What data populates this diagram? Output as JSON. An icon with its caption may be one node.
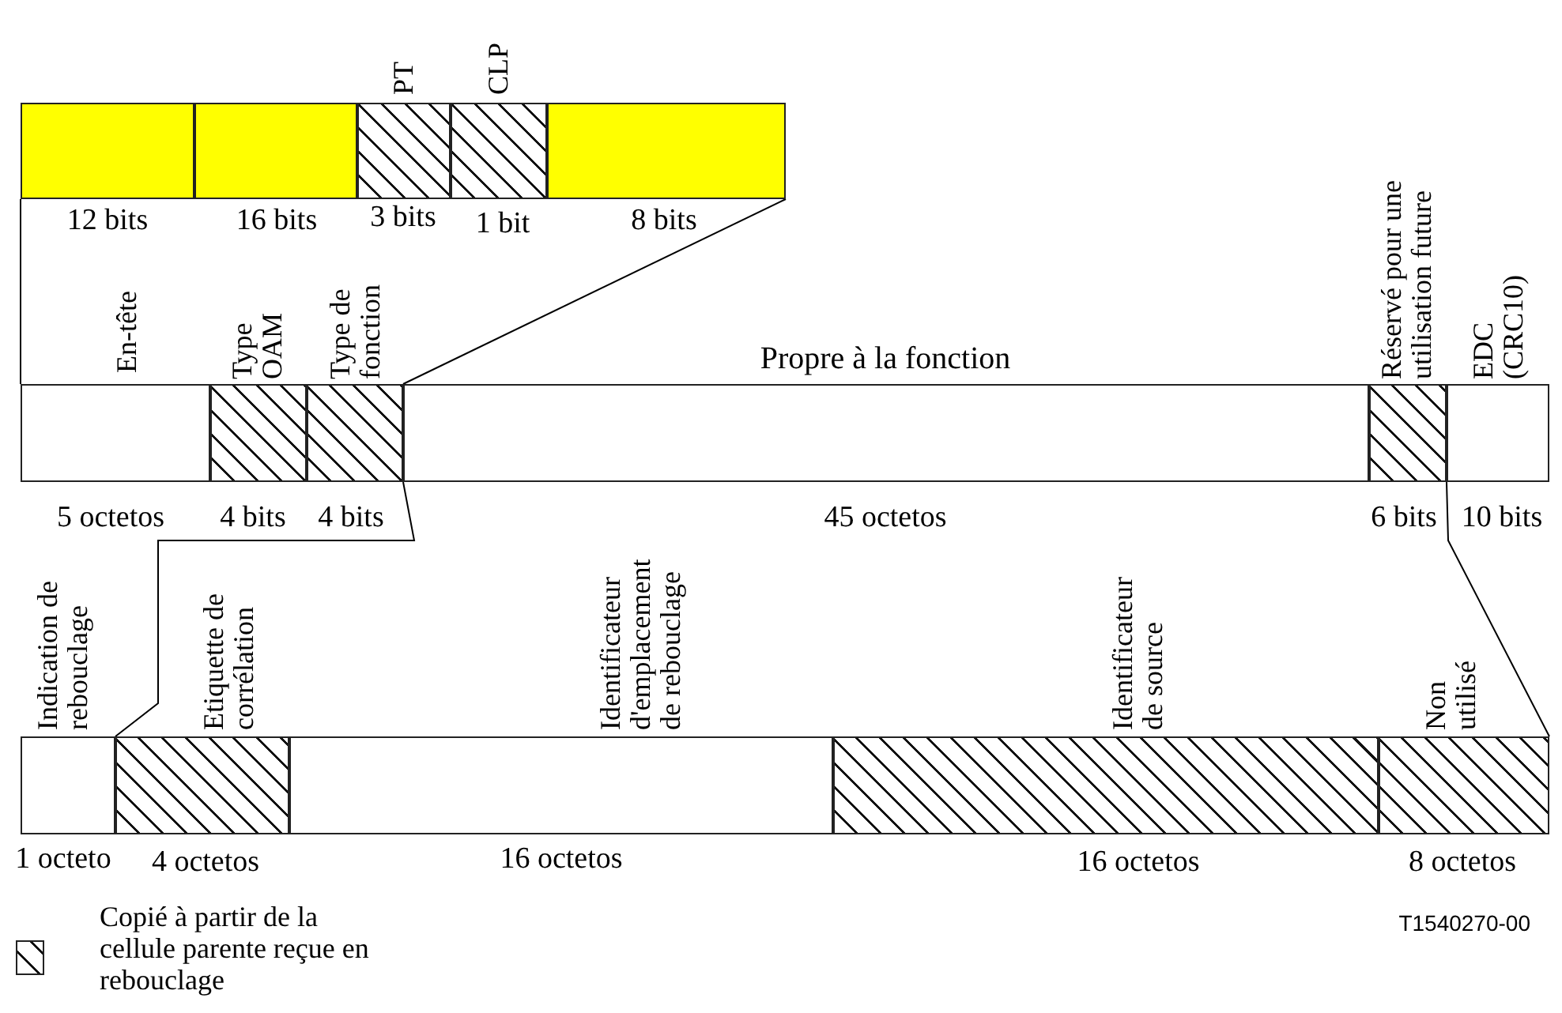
{
  "diagram": {
    "nodes": [
      {
        "text": [],
        "shape": "box",
        "beside": [
          "12 bits"
        ]
      },
      {
        "text": [],
        "shape": "box",
        "beside": [
          "16 bits"
        ]
      },
      {
        "text": [
          "PT"
        ],
        "beside": [
          "3 bits"
        ]
      },
      {
        "text": [
          "CLP"
        ],
        "beside": [
          "1 bit"
        ]
      },
      {
        "text": [],
        "shape": "box",
        "beside": [
          "8 bits"
        ]
      },
      {
        "text": [
          "En-tête"
        ],
        "beside": [
          "5 octetos"
        ]
      },
      {
        "text": [
          "Type OAM"
        ],
        "beside": [
          "4 bits"
        ]
      },
      {
        "text": [
          "Type de fonction"
        ],
        "beside": [
          "4 bits"
        ]
      },
      {
        "text": [
          "Propre à la fonction"
        ],
        "beside": [
          "45 octetos"
        ]
      },
      {
        "text": [
          "Réservé pour une utilisation future"
        ],
        "beside": [
          "6 bits"
        ]
      },
      {
        "text": [
          "EDC (CRC10)"
        ],
        "beside": [
          "10 bits"
        ]
      },
      {
        "text": [
          "Indication de rebouclage"
        ],
        "beside": [
          "1 octeto"
        ]
      },
      {
        "text": [
          "Etiquette de corrélation"
        ],
        "beside": [
          "4 octetos"
        ]
      },
      {
        "text": [
          "Identificateur d'emplacement de rebouclage"
        ],
        "beside": [
          "16 octetos"
        ]
      },
      {
        "text": [
          "Identificateur de source"
        ],
        "beside": [
          "16 octetos"
        ]
      },
      {
        "text": [
          "Non utilisé"
        ],
        "beside": [
          "8 octetos"
        ]
      }
    ],
    "edges": [
      {
        "from": 0,
        "to": 5,
        "arrow": "none"
      },
      {
        "from": 4,
        "to": 7,
        "arrow": "none"
      },
      {
        "from": 7,
        "to": 11,
        "arrow": "none"
      },
      {
        "from": 9,
        "to": 15,
        "arrow": "none"
      }
    ],
    "labels": [
      "T1540270-00"
    ],
    "legend": [
      {
        "text": "Copié à partir de la cellule parente reçue en rebouclage"
      }
    ]
  }
}
